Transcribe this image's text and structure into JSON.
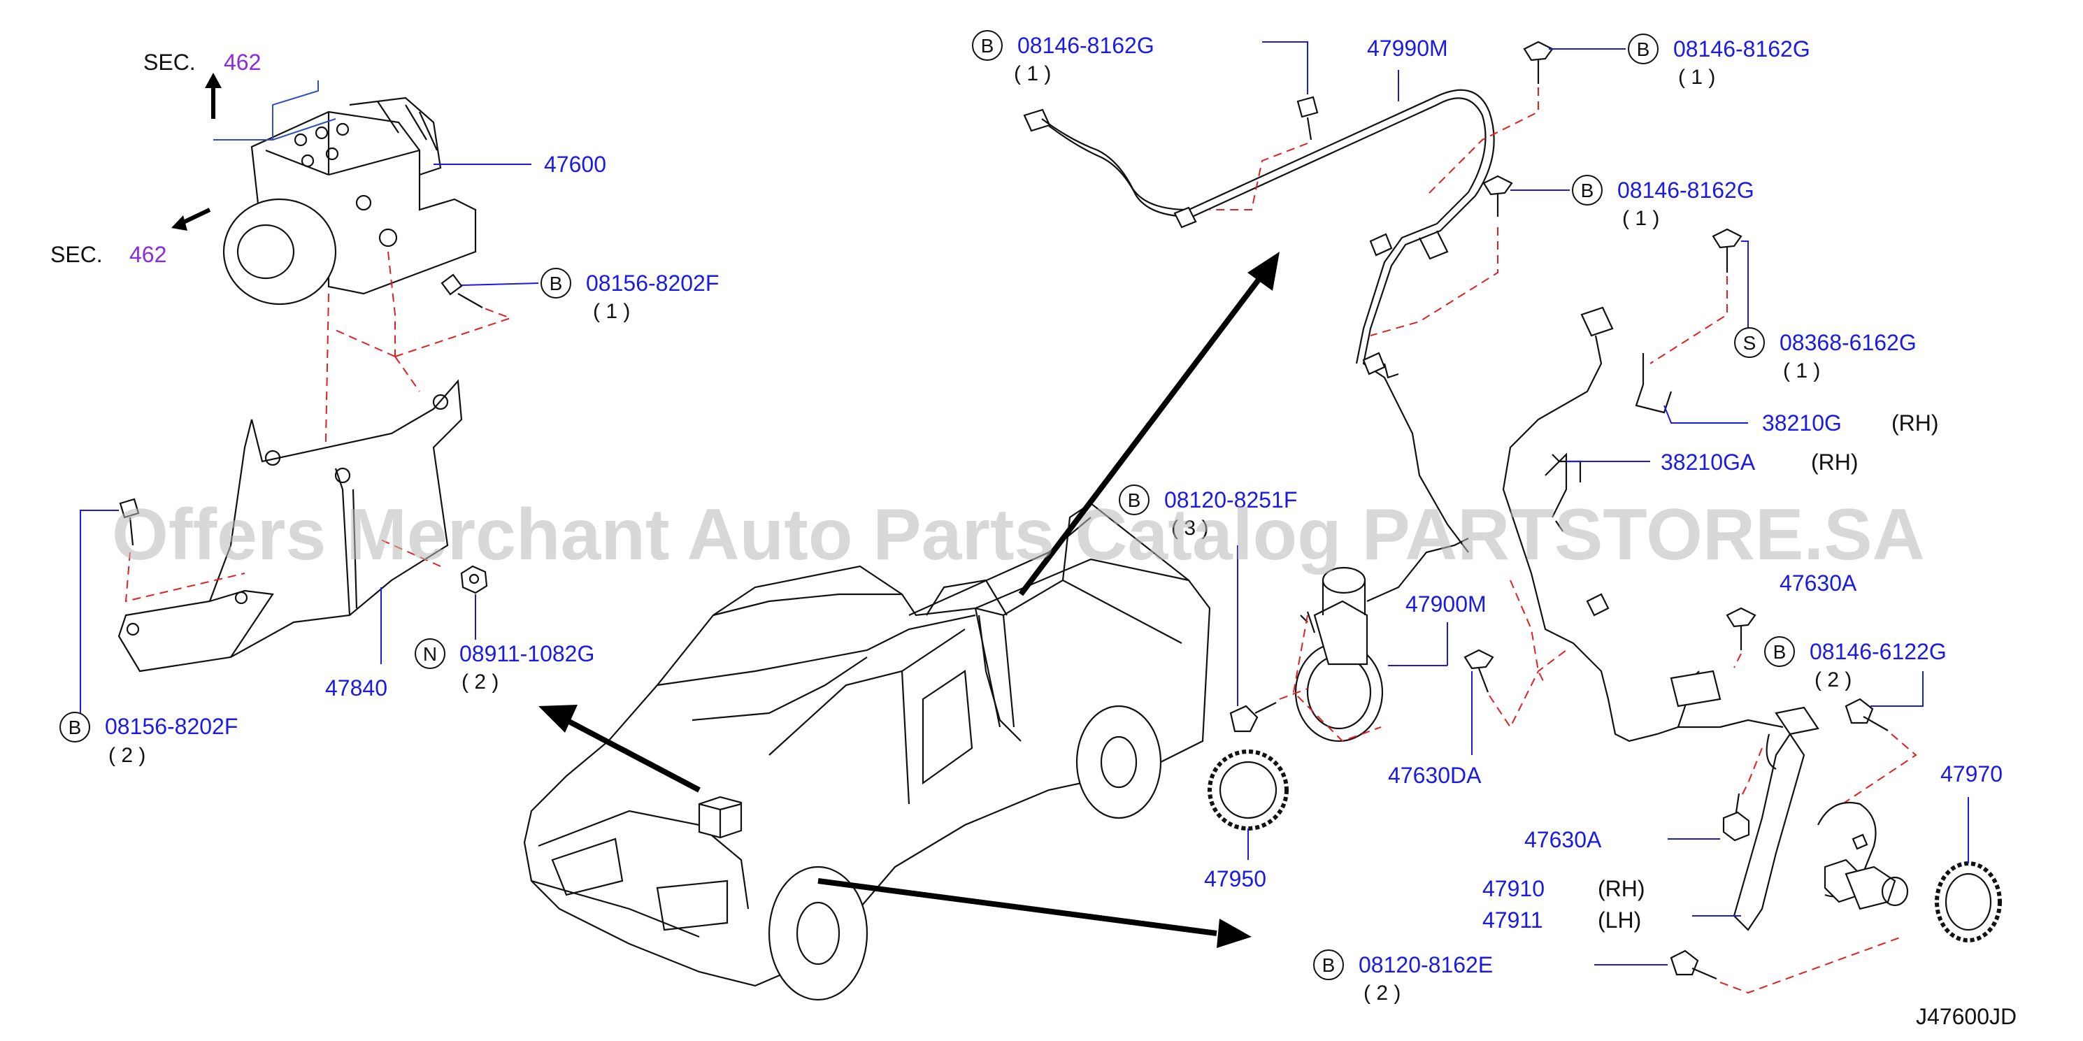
{
  "diagram_code": "J47600JD",
  "watermark": "Offers Merchant Auto Parts Catalog PARTSTORE.SA",
  "sections": [
    {
      "prefix": "SEC.",
      "number": "462"
    },
    {
      "prefix": "SEC.",
      "number": "462"
    }
  ],
  "parts": {
    "p47600": "47600",
    "p47840": "47840",
    "p47990M": "47990M",
    "p47900M": "47900M",
    "p47630DA": "47630DA",
    "p47630A_top": "47630A",
    "p47630A_bottom": "47630A",
    "p47950": "47950",
    "p47970": "47970",
    "p47910": "47910",
    "p47911": "47911",
    "p38210G": "38210G",
    "p38210GA": "38210GA"
  },
  "sides": {
    "rh": "(RH)",
    "lh": "(LH)"
  },
  "fasteners": [
    {
      "mark": "B",
      "number": "08156-8202F",
      "qty": "( 1 )"
    },
    {
      "mark": "B",
      "number": "08156-8202F",
      "qty": "( 2 )"
    },
    {
      "mark": "N",
      "number": "08911-1082G",
      "qty": "( 2 )"
    },
    {
      "mark": "B",
      "number": "08146-8162G",
      "qty": "( 1 )"
    },
    {
      "mark": "B",
      "number": "08146-8162G",
      "qty": "( 1 )"
    },
    {
      "mark": "B",
      "number": "08146-8162G",
      "qty": "( 1 )"
    },
    {
      "mark": "S",
      "number": "08368-6162G",
      "qty": "( 1 )"
    },
    {
      "mark": "B",
      "number": "08120-8251F",
      "qty": "( 3 )"
    },
    {
      "mark": "B",
      "number": "08146-6122G",
      "qty": "( 2 )"
    },
    {
      "mark": "B",
      "number": "08120-8162E",
      "qty": "( 2 )"
    }
  ]
}
